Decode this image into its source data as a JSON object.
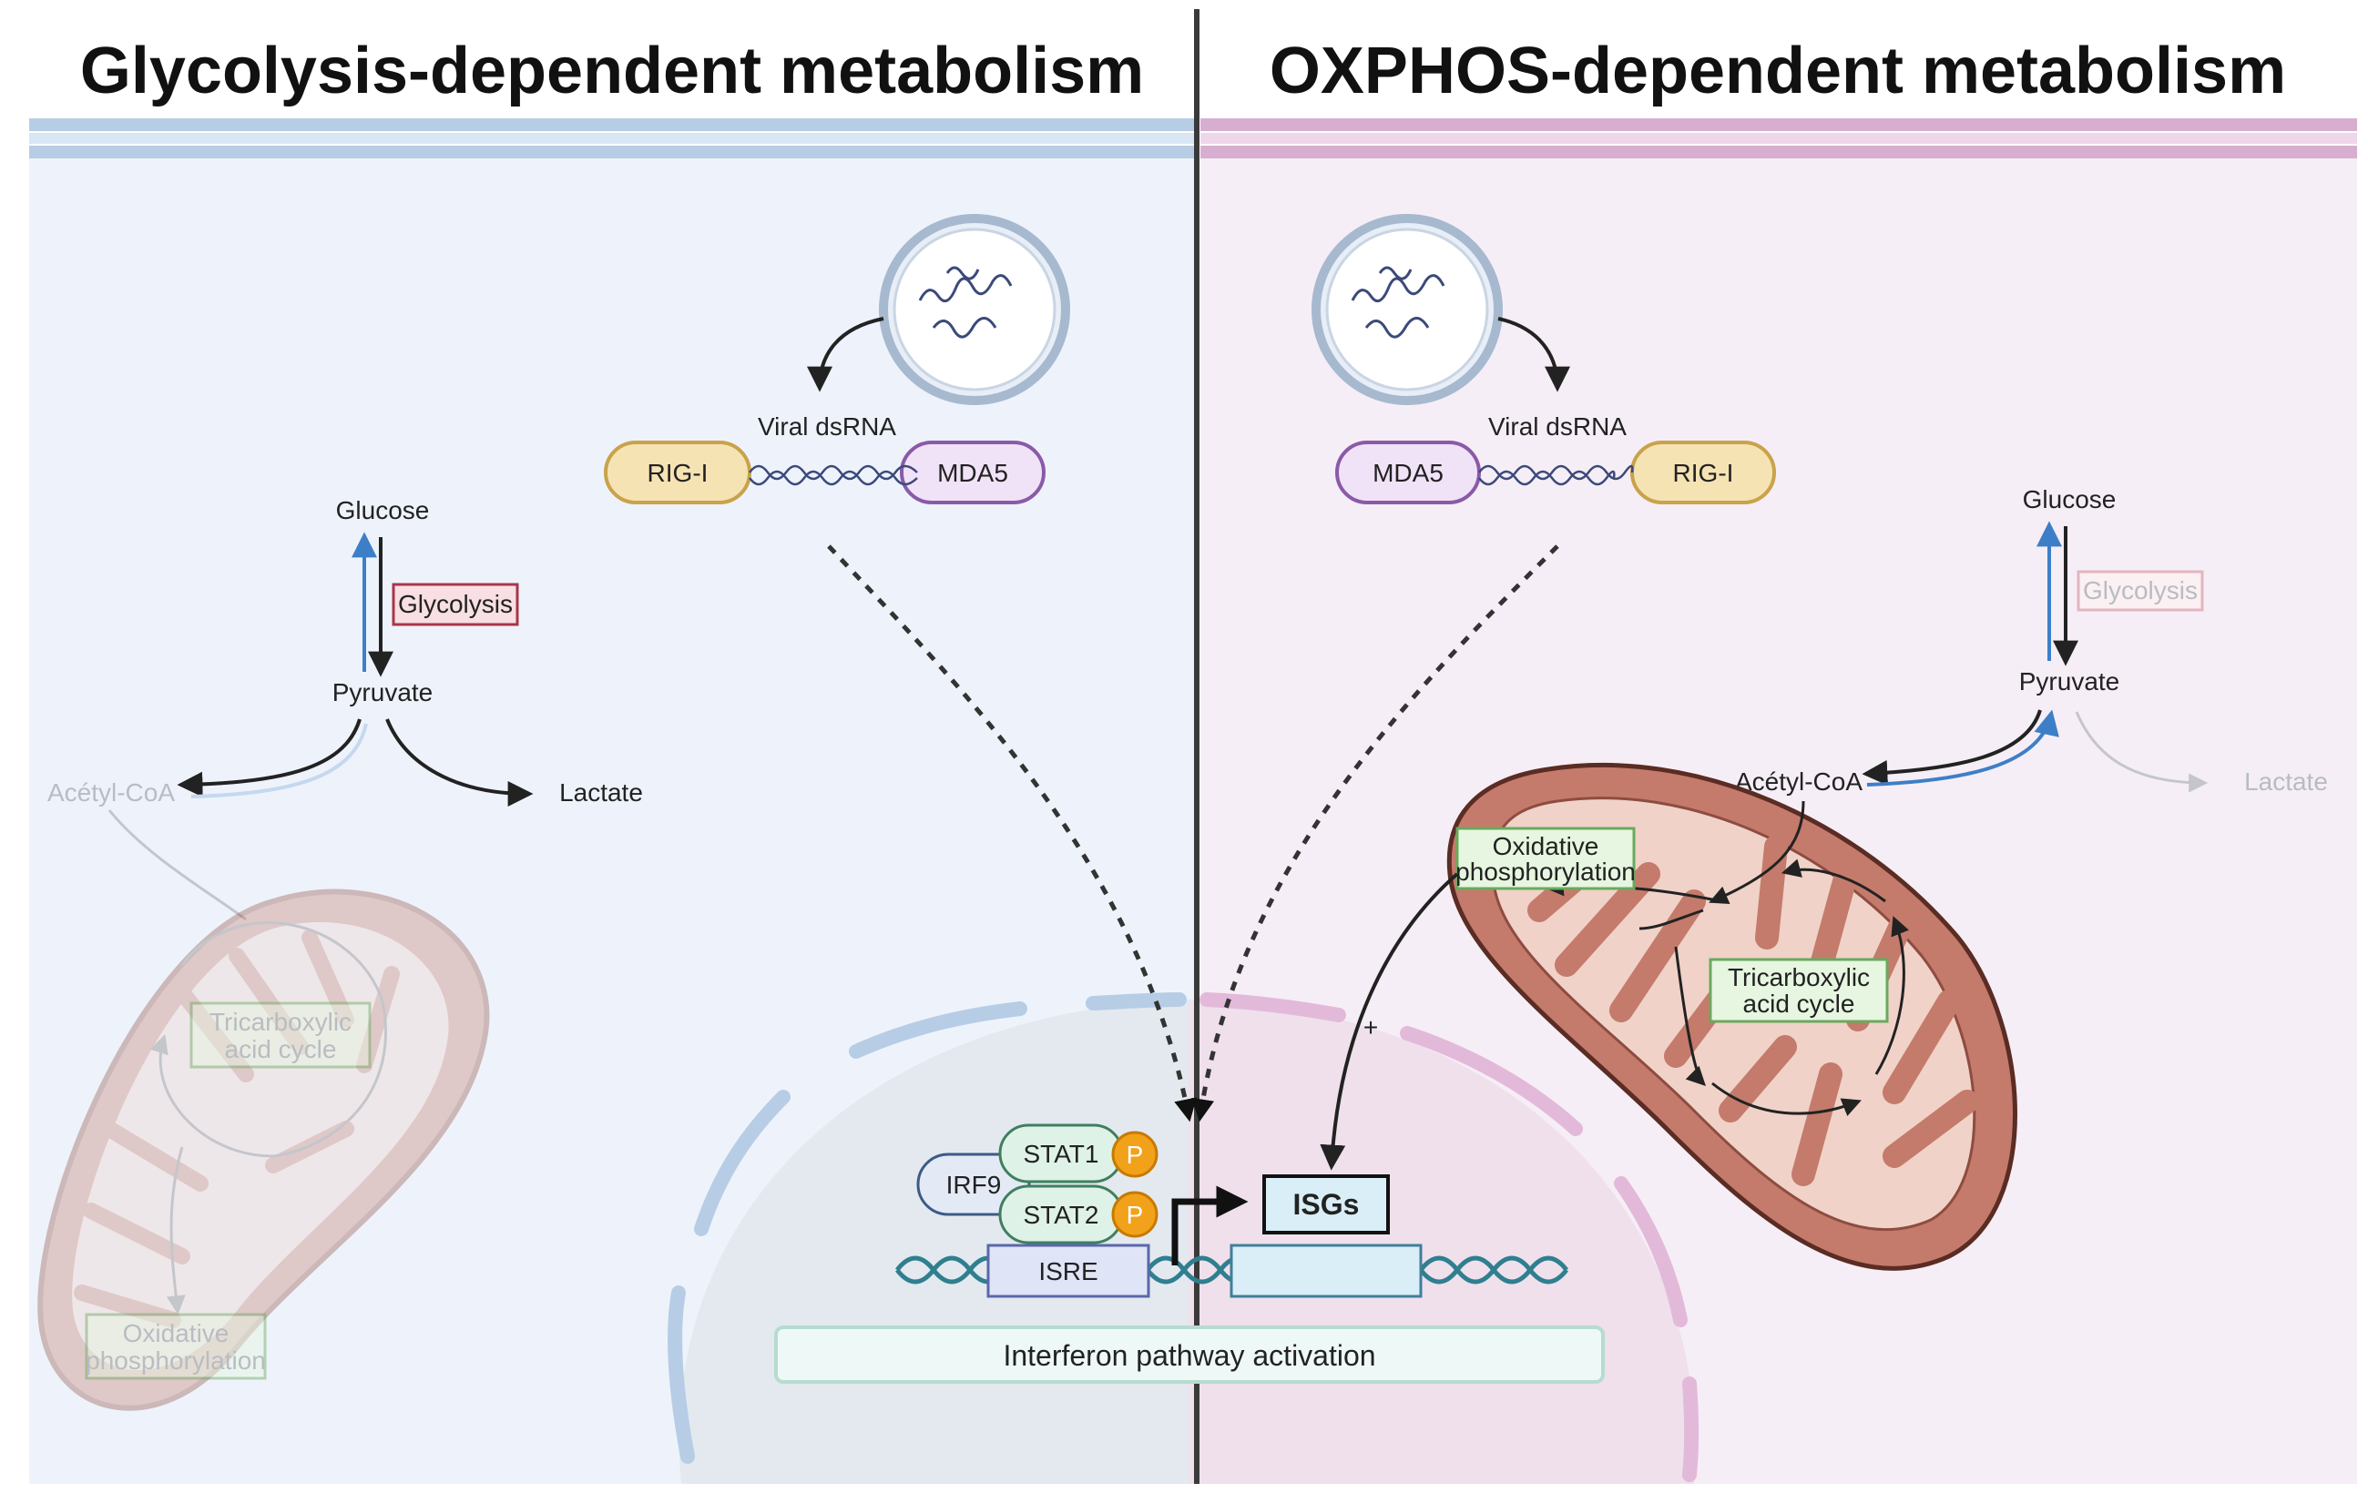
{
  "left": {
    "title": "Glycolysis-dependent metabolism",
    "viral_dsrna": "Viral dsRNA",
    "rig_i": "RIG-I",
    "mda5": "MDA5",
    "glucose": "Glucose",
    "glycolysis": "Glycolysis",
    "pyruvate": "Pyruvate",
    "acetyl_coa": "Acétyl-CoA",
    "lactate": "Lactate",
    "tca_line1": "Tricarboxylic",
    "tca_line2": "acid cycle",
    "oxphos_line1": "Oxidative",
    "oxphos_line2": "phosphorylation"
  },
  "right": {
    "title": "OXPHOS-dependent metabolism",
    "viral_dsrna": "Viral dsRNA",
    "mda5": "MDA5",
    "rig_i": "RIG-I",
    "glucose": "Glucose",
    "glycolysis": "Glycolysis",
    "pyruvate": "Pyruvate",
    "acetyl_coa": "Acétyl-CoA",
    "lactate": "Lactate",
    "oxphos_line1": "Oxidative",
    "oxphos_line2": "phosphorylation",
    "tca_line1": "Tricarboxylic",
    "tca_line2": "acid cycle",
    "plus": "+"
  },
  "nucleus": {
    "irf9": "IRF9",
    "stat1": "STAT1",
    "stat2": "STAT2",
    "p": "P",
    "isre": "ISRE",
    "isgs": "ISGs",
    "banner": "Interferon pathway activation"
  },
  "colors": {
    "left_panel_bg": "#eef3fb",
    "right_panel_bg": "#f6eef6",
    "left_membrane": "#b7cde6",
    "right_membrane": "#e3b9da",
    "divider": "#3a3a3a",
    "rig_i_fill": "#f6e3b4",
    "rig_i_stroke": "#c9a24a",
    "mda5_fill": "#f1e3f7",
    "mda5_stroke": "#8a5aa8",
    "mito_fill": "#c47b6b",
    "mito_inner": "#f0d2c8",
    "green_box_fill": "#e7f6e0",
    "green_box_stroke": "#6aa95e",
    "glycolysis_box_fill": "#f7dfe3",
    "glycolysis_box_stroke": "#a8364a",
    "phospho": "#f2a11a",
    "blue_arrow": "#3d7fc7",
    "dna": "#2f7f8f",
    "isgs_fill": "#d9eef6"
  }
}
